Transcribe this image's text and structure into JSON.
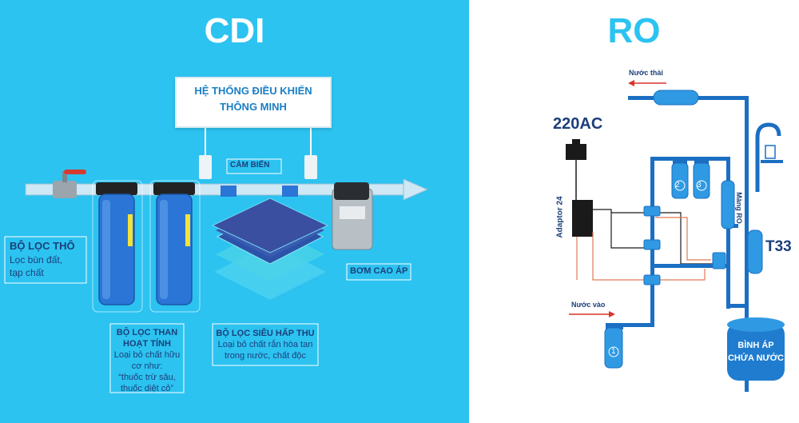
{
  "cdi": {
    "title": "CDI",
    "control_system": {
      "line1": "HỆ THỐNG ĐIỀU KHIỂN",
      "line2": "THÔNG MINH"
    },
    "sensor_label": "CẢM BIẾN",
    "pump_label": "BƠM CAO ÁP",
    "coarse_filter": {
      "title": "BỘ LỌC THÔ",
      "line1": "Lọc bùn đất,",
      "line2": "tạp chất"
    },
    "carbon_filter": {
      "title1": "BỘ LỌC THAN",
      "title2": "HOẠT TÍNH",
      "line1": "Loại bỏ chất hữu",
      "line2": "cơ như:",
      "line3": "“thuốc trừ sâu,",
      "line4": "thuốc diệt cỏ”"
    },
    "absorb_filter": {
      "title": "BỘ LỌC SIÊU HẤP THU",
      "line1": "Loại bỏ chất rắn hòa tan",
      "line2": "trong nước, chất độc"
    },
    "colors": {
      "background": "#2cc3f1",
      "pipe": "#cfe8f5",
      "navy": "#1c3f7a",
      "accent": "#1a7fc4"
    }
  },
  "ro": {
    "title": "RO",
    "power": "220AC",
    "adaptor": "Adaptor 24",
    "waste_water": "Nước thải",
    "inlet_water": "Nước vào",
    "membrane": "Màng RO",
    "t33": "T33",
    "tank_line1": "BÌNH ÁP",
    "tank_line2": "CHỨA NƯỚC",
    "filter_numbers": [
      "1",
      "2",
      "3"
    ],
    "colors": {
      "pipe": "#1b6fc2",
      "filter": "#2f9ae3",
      "wire": "#e07a54",
      "arrow": "#d9342b"
    }
  }
}
